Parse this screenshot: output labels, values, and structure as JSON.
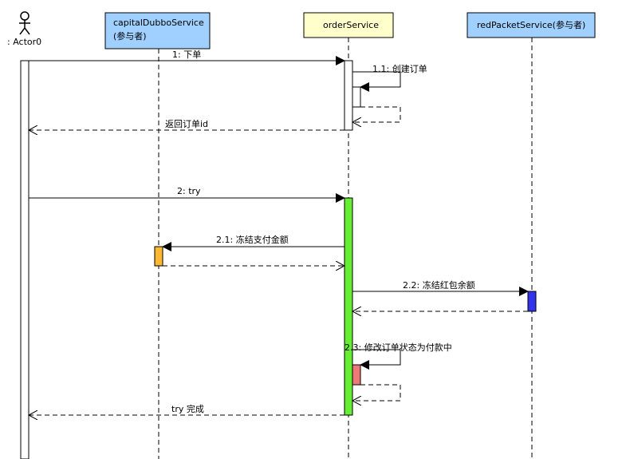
{
  "actor": {
    "label": ": Actor0"
  },
  "participants": [
    {
      "id": "capital",
      "line1": "capitalDubboService",
      "line2": "(参与者)",
      "fill": "#9FD0FF"
    },
    {
      "id": "order",
      "line1": "orderService",
      "line2": "",
      "fill": "#FFFFCC"
    },
    {
      "id": "redpacket",
      "line1": "redPacketService(参与者)",
      "line2": "",
      "fill": "#9FD0FF"
    }
  ],
  "messages": {
    "m1": "1: 下单",
    "m11": "1.1: 创建订单",
    "m1r": "返回订单id",
    "m2": "2: try",
    "m21": "2.1: 冻结支付金额",
    "m22": "2.2: 冻结红包余额",
    "m23": "2.3: 修改订单状态为付款中",
    "m2r": "try 完成"
  },
  "colors": {
    "activation_try": "#66EE33",
    "activation_capital": "#FFB833",
    "activation_redpacket": "#3333EE",
    "activation_update": "#EE7777",
    "activation_default": "#FFFFFF",
    "participant_border": "#000000"
  }
}
